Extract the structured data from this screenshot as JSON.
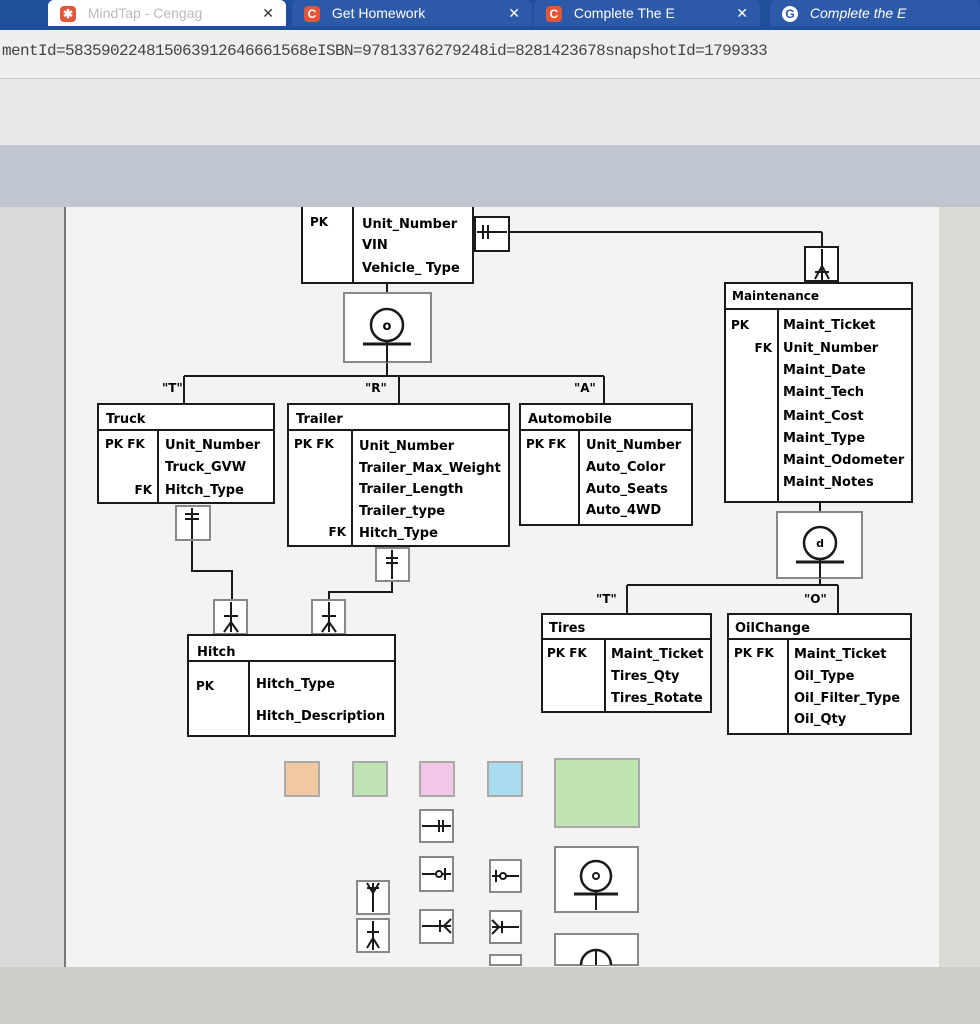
{
  "browser": {
    "tabs": [
      {
        "label": "MindTap - Cengag",
        "close": "✕"
      },
      {
        "label": "Get Homework",
        "close": "✕",
        "badge": "C"
      },
      {
        "label": "Complete The E",
        "close": "✕",
        "badge": "C"
      },
      {
        "label": "Complete the E",
        "badge": "G"
      }
    ],
    "url": "mentId=583590224815063912646661568eISBN=97813376279248id=8281423678snapshotId=1799333"
  },
  "diagram": {
    "vehicle": {
      "pk": "PK",
      "attrs": [
        "Unit_Number",
        "VIN",
        "Vehicle_ Type"
      ]
    },
    "subtype_labels": [
      "\"T\"",
      "\"R\"",
      "\"A\""
    ],
    "truck": {
      "name": "Truck",
      "keys": [
        "PK FK",
        "",
        "FK"
      ],
      "attrs": [
        "Unit_Number",
        "Truck_GVW",
        "Hitch_Type"
      ]
    },
    "trailer": {
      "name": "Trailer",
      "keys": [
        "PK FK",
        "",
        "",
        "",
        "FK"
      ],
      "attrs": [
        "Unit_Number",
        "Trailer_Max_Weight",
        "Trailer_Length",
        "Trailer_type",
        "Hitch_Type"
      ]
    },
    "automobile": {
      "name": "Automobile",
      "keys": [
        "PK FK",
        "",
        "",
        ""
      ],
      "attrs": [
        "Unit_Number",
        "Auto_Color",
        "Auto_Seats",
        "Auto_4WD"
      ]
    },
    "maintenance": {
      "name": "Maintenance",
      "keys": [
        "PK",
        "FK",
        "",
        "",
        "",
        "",
        "",
        ""
      ],
      "attrs": [
        "Maint_Ticket",
        "Unit_Number",
        "Maint_Date",
        "Maint_Tech",
        "Maint_Cost",
        "Maint_Type",
        "Maint_Odometer",
        "Maint_Notes"
      ]
    },
    "hitch": {
      "name": "Hitch",
      "pk": "PK",
      "attrs": [
        "Hitch_Type",
        "Hitch_Description"
      ]
    },
    "maint_subtype_labels": [
      "\"T\"",
      "\"O\""
    ],
    "tires": {
      "name": "Tires",
      "keys": [
        "PK FK",
        "",
        ""
      ],
      "attrs": [
        "Maint_Ticket",
        "Tires_Qty",
        "Tires_Rotate"
      ]
    },
    "oilchange": {
      "name": "OilChange",
      "keys": [
        "PK FK",
        "",
        "",
        ""
      ],
      "attrs": [
        "Maint_Ticket",
        "Oil_Type",
        "Oil_Filter_Type",
        "Oil_Qty"
      ]
    },
    "symbols": {
      "overlap": "o",
      "disjoint": "d"
    }
  },
  "palette": {
    "swatches": [
      "#f0c9a0",
      "#bfe3b5",
      "#f1c6e6",
      "#a9dcef",
      "#bfe6b0"
    ]
  }
}
